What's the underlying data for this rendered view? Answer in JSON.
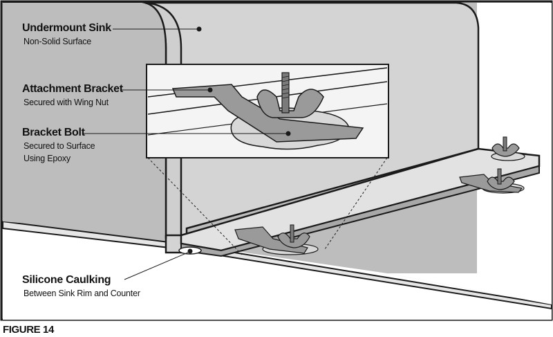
{
  "labels": {
    "sink": {
      "title": "Undermount Sink",
      "subtitle": "Non-Solid Surface"
    },
    "bracket": {
      "title": "Attachment Bracket",
      "subtitle": "Secured with Wing Nut"
    },
    "bolt": {
      "title": "Bracket Bolt",
      "line1": "Secured to Surface",
      "line2": "Using Epoxy"
    },
    "caulk": {
      "title": "Silicone Caulking",
      "subtitle": "Between Sink Rim and Counter"
    }
  },
  "caption": "FIGURE 14",
  "colors": {
    "outline": "#1a1a1a",
    "sink_shade": "#d4d4d4",
    "background_shade": "#bdbdbd",
    "counter_shade": "#e6e6e6",
    "metal": "#9a9a9a",
    "inset_bg": "#f4f4f4"
  }
}
